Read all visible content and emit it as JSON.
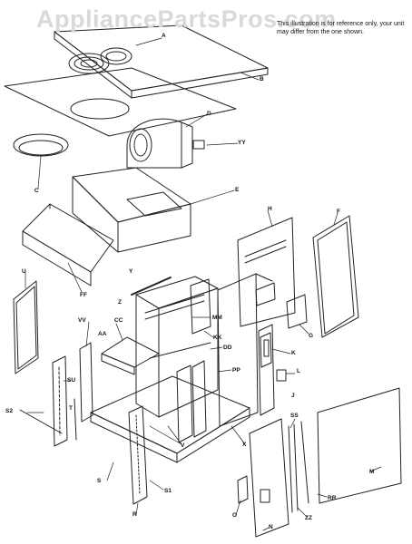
{
  "watermark": "AppliancePartsPros.com",
  "disclaimer": "This illustration is for reference only, your unit may differ from the one shown.",
  "labels": [
    {
      "id": "A",
      "text": "A"
    },
    {
      "id": "B",
      "text": "B"
    },
    {
      "id": "C",
      "text": "C"
    },
    {
      "id": "D",
      "text": "D"
    },
    {
      "id": "YY",
      "text": "YY"
    },
    {
      "id": "E",
      "text": "E"
    },
    {
      "id": "H",
      "text": "H"
    },
    {
      "id": "F",
      "text": "F"
    },
    {
      "id": "U",
      "text": "U"
    },
    {
      "id": "FF",
      "text": "FF"
    },
    {
      "id": "Y",
      "text": "Y"
    },
    {
      "id": "Z",
      "text": "Z"
    },
    {
      "id": "CC",
      "text": "CC"
    },
    {
      "id": "MM",
      "text": "MM"
    },
    {
      "id": "G",
      "text": "G"
    },
    {
      "id": "VV",
      "text": "VV"
    },
    {
      "id": "AA",
      "text": "AA"
    },
    {
      "id": "KK",
      "text": "KK"
    },
    {
      "id": "DD",
      "text": "DD"
    },
    {
      "id": "K",
      "text": "K"
    },
    {
      "id": "PP",
      "text": "PP"
    },
    {
      "id": "L",
      "text": "L"
    },
    {
      "id": "SU",
      "text": "SU"
    },
    {
      "id": "J",
      "text": "J"
    },
    {
      "id": "S2",
      "text": "S2"
    },
    {
      "id": "T",
      "text": "T"
    },
    {
      "id": "V",
      "text": "V"
    },
    {
      "id": "X",
      "text": "X"
    },
    {
      "id": "SS",
      "text": "SS"
    },
    {
      "id": "M",
      "text": "M"
    },
    {
      "id": "S",
      "text": "S"
    },
    {
      "id": "S1",
      "text": "S1"
    },
    {
      "id": "R",
      "text": "R"
    },
    {
      "id": "RR",
      "text": "RR"
    },
    {
      "id": "O",
      "text": "O"
    },
    {
      "id": "ZZ",
      "text": "ZZ"
    },
    {
      "id": "N",
      "text": "N"
    }
  ]
}
